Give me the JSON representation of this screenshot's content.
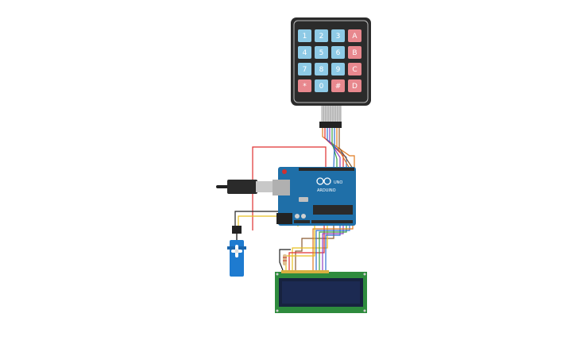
{
  "keypad": {
    "keys": [
      {
        "label": "1",
        "type": "num"
      },
      {
        "label": "2",
        "type": "num"
      },
      {
        "label": "3",
        "type": "num"
      },
      {
        "label": "A",
        "type": "fn"
      },
      {
        "label": "4",
        "type": "num"
      },
      {
        "label": "5",
        "type": "num"
      },
      {
        "label": "6",
        "type": "num"
      },
      {
        "label": "B",
        "type": "fn"
      },
      {
        "label": "7",
        "type": "num"
      },
      {
        "label": "8",
        "type": "num"
      },
      {
        "label": "9",
        "type": "num"
      },
      {
        "label": "C",
        "type": "fn"
      },
      {
        "label": "*",
        "type": "fn"
      },
      {
        "label": "0",
        "type": "num"
      },
      {
        "label": "#",
        "type": "fn"
      },
      {
        "label": "D",
        "type": "fn"
      }
    ]
  },
  "arduino": {
    "model": "UNO",
    "brand": "ARDUINO"
  },
  "colors": {
    "key_num": "#8ecae6",
    "key_fn": "#e8888e",
    "keypad_body": "#2b2b2b",
    "board": "#1f6fa8",
    "lcd_board": "#2e8b3d",
    "lcd_screen": "#1c2a52",
    "servo": "#1e7bd0",
    "wire_red": "#e03030",
    "wire_black": "#222222",
    "wire_yellow": "#e6c020",
    "wire_orange": "#e07a20",
    "wire_blue": "#3070d0",
    "wire_green": "#3aa040",
    "wire_purple": "#9040c0",
    "wire_brown": "#8a5a30"
  }
}
